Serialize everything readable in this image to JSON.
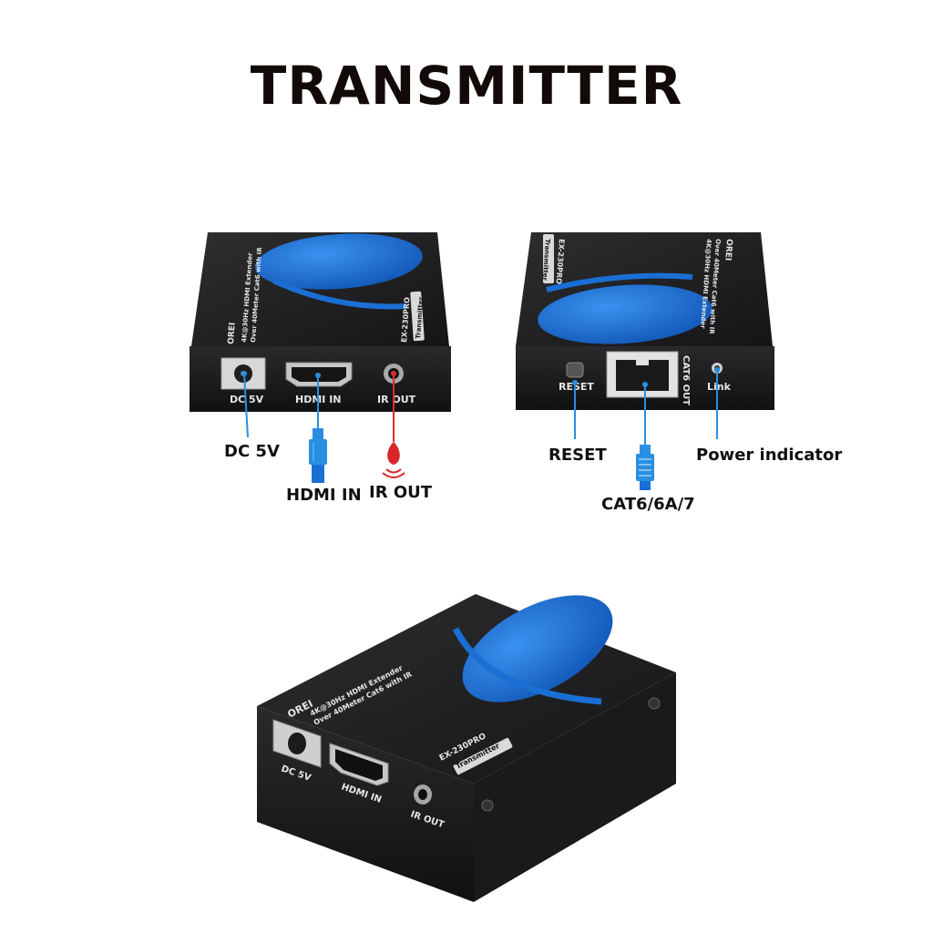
{
  "title": "TRANSMITTER",
  "front_view": {
    "brand": "OREI",
    "product_line1": "4K@30Hz HDMI Extender",
    "product_line2": "Over 40Meter Cat6 with IR",
    "model": "EX-230PRO",
    "badge": "Transmitter",
    "port_labels": [
      "DC 5V",
      "HDMI IN",
      "IR OUT"
    ],
    "callouts": {
      "dc": "DC 5V",
      "hdmi": "HDMI IN",
      "ir": "IR OUT"
    }
  },
  "rear_view": {
    "brand": "OREI",
    "product_line1": "4K@30Hz HDMI Extender",
    "product_line2": "Over 40Meter Cat6 with IR",
    "model": "EX-230PRO",
    "badge": "Transmitter",
    "port_labels": [
      "RESET",
      "CAT6 OUT",
      "Link"
    ],
    "callouts": {
      "reset": "RESET",
      "power": "Power indicator",
      "cat": "CAT6/6A/7"
    }
  },
  "iso_view": {
    "brand": "OREI",
    "product_line1": "4K@30Hz HDMI Extender",
    "product_line2": "Over 40Meter Cat6 with IR",
    "model": "EX-230PRO",
    "badge": "Transmitter",
    "port_labels": [
      "DC 5V",
      "HDMI IN",
      "IR OUT"
    ]
  },
  "colors": {
    "device_body": "#1b1b1d",
    "device_top": "#262628",
    "logo_blue": "#1a6fd4",
    "callout_line": "#2a8fe0",
    "ir_red": "#d9262a"
  }
}
